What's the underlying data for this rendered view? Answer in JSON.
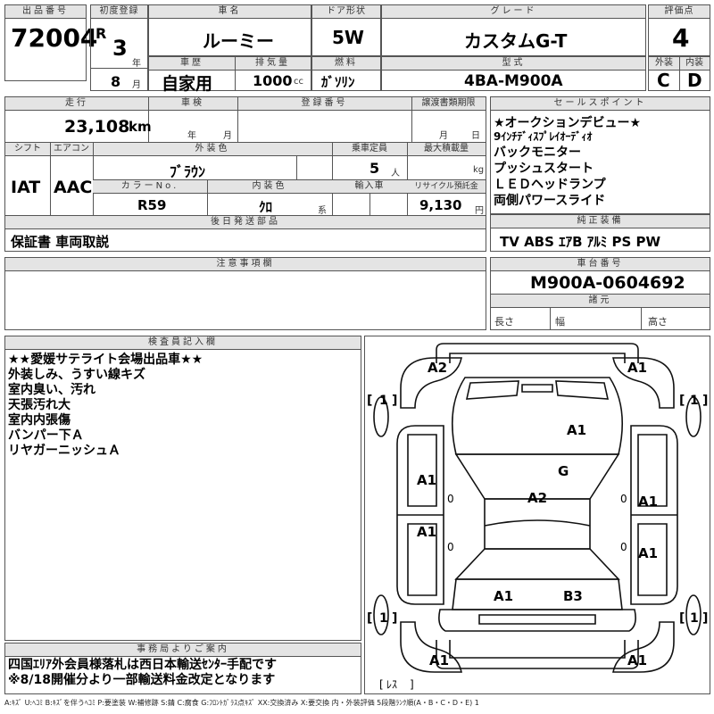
{
  "header": {
    "lot_label": "出品番号",
    "lot": "72004",
    "reg_label": "初度登録",
    "era": "R",
    "year": "3",
    "year_unit": "年",
    "month": "8",
    "month_unit": "月",
    "name_label": "車名",
    "name": "ルーミー",
    "door_label": "ドア形状",
    "door": "5W",
    "grade_label": "グレード",
    "grade": "カスタムG-T",
    "score_label": "評価点",
    "score": "4",
    "history_label": "車歴",
    "history": "自家用",
    "displacement_label": "排気量",
    "displacement": "1000",
    "cc": "cc",
    "fuel_label": "燃料",
    "fuel": "ｶﾞｿﾘﾝ",
    "model_label": "型式",
    "model": "4BA-M900A",
    "ext_label": "外装",
    "ext": "C",
    "int_label": "内装",
    "int": "D"
  },
  "details": {
    "mileage_label": "走行",
    "mileage": "23,108",
    "km": "km",
    "inspection_label": "車検",
    "insp_year": "年",
    "insp_month": "月",
    "plate_label": "登録番号",
    "transfer_label": "譲渡書類期限",
    "tr_month": "月",
    "tr_day": "日",
    "shift_label": "シフト",
    "shift": "IAT",
    "ac_label": "エアコン",
    "ac": "AAC",
    "color_label": "外装色",
    "color": "ﾌﾞﾗｳﾝ",
    "capacity_label": "乗車定員",
    "capacity": "5",
    "capacity_unit": "人",
    "load_label": "最大積載量",
    "load_unit": "kg",
    "colorno_label": "カラーNo.",
    "colorno": "R59",
    "interior_label": "内装色",
    "interior": "ｸﾛ",
    "interior_unit": "系",
    "import_label": "輸入車",
    "recycle_label": "リサイクル預託金",
    "recycle": "9,130",
    "recycle_unit": "円",
    "later_label": "後日発送部品",
    "later": "保証書 車両取説"
  },
  "sales_points": {
    "label": "セールスポイント",
    "items": [
      "★オークションデビュー★",
      "9ｲﾝﾁﾃﾞｨｽﾌﾟﾚｲｵｰﾃﾞｨｵ",
      "バックモニター",
      "プッシュスタート",
      "ＬＥＤヘッドランプ",
      "両側パワースライド"
    ]
  },
  "equipment": {
    "label": "純正装備",
    "items": "TV ABS ｴｱB ｱﾙﾐ PS PW"
  },
  "notes_label": "注意事項欄",
  "chassis": {
    "label": "車台番号",
    "number": "M900A-0604692"
  },
  "dims": {
    "label": "諸元",
    "length": "長さ",
    "width": "幅",
    "height": "高さ"
  },
  "inspector": {
    "label": "検査員記入欄",
    "lines": [
      "★★愛媛サテライト会場出品車★★",
      "外装しみ、うすい線キズ",
      "室内臭い、汚れ",
      "天張汚れ大",
      "室内内張傷",
      "バンパー下Ａ",
      "リヤガーニッシュＡ"
    ]
  },
  "office": {
    "label": "事務局よりご案内",
    "lines": [
      "四国ｴﾘｱ外会員様落札は西日本輸送ｾﾝﾀｰ手配です",
      "※8/18開催分より一部輸送料金改定となります"
    ]
  },
  "diagram": {
    "marks": {
      "front_left": "A2",
      "front_right": "A1",
      "hood": "A1",
      "windshield": "G",
      "roof": "A2",
      "left_door_front": "A1",
      "left_door_rear": "A1",
      "right_door_front": "A1",
      "right_door_rear": "A1",
      "rear_left": "A1",
      "rear_right": "B3",
      "bottom_left": "A1",
      "bottom_right": "A1"
    },
    "bracket": "1",
    "rest": "ﾚｽ",
    "zero": "0"
  },
  "legend": "A:ｷｽﾞ U:ﾍｺﾐ B:ｷｽﾞを伴うﾍｺﾐ P:要塗装 W:補修跡 S:錆 C:腐食 G:ﾌﾛﾝﾄｶﾞﾗｽ点ｷｽﾞ XX:交換済み X:要交換 内・外装評価 5段階ﾗﾝｸ順(A・B・C・D・E) 1"
}
